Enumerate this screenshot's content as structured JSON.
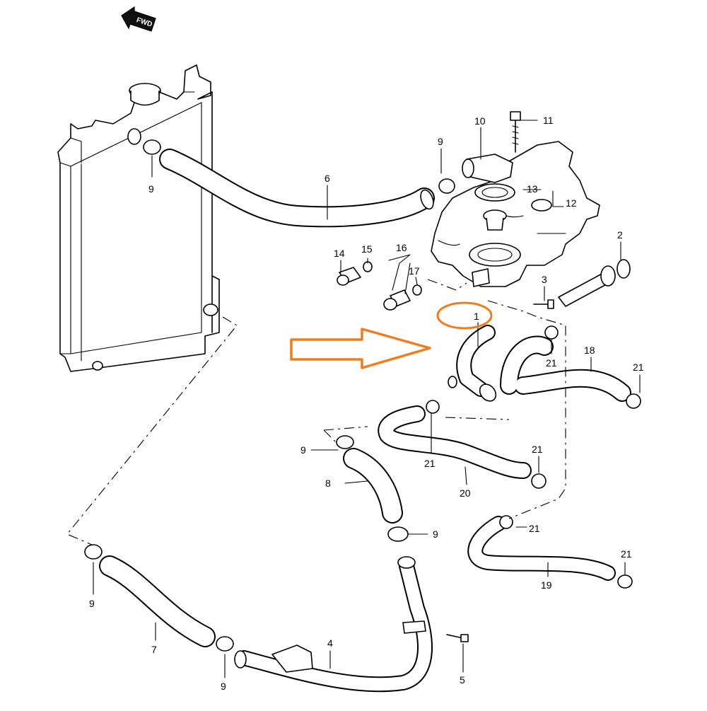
{
  "header": {
    "direction_badge": "FWD"
  },
  "callouts": {
    "p1": "1",
    "p2": "2",
    "p3": "3",
    "p4": "4",
    "p5": "5",
    "p6": "6",
    "p7": "7",
    "p8": "8",
    "p9": "9",
    "p10": "10",
    "p11": "11",
    "p12": "12",
    "p13": "13",
    "p14": "14",
    "p15": "15",
    "p16": "16",
    "p17": "17",
    "p18": "18",
    "p19": "19",
    "p20": "20",
    "p21": "21"
  },
  "annotation": {
    "highlight_color": "#f07c1e",
    "highlighted_part": "1",
    "arrow_points_to": "1"
  },
  "icons": {
    "direction_arrow": "fwd-arrow-icon",
    "clamp": "hose-clamp-icon",
    "bolt": "bolt-icon"
  }
}
